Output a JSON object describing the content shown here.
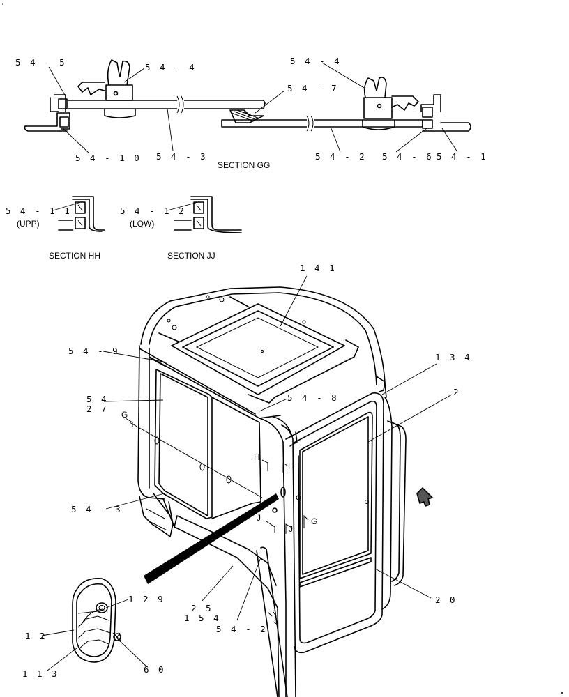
{
  "sections": {
    "gg": "SECTION GG",
    "hh": "SECTION HH",
    "jj": "SECTION JJ"
  },
  "qualifiers": {
    "upp": "(UPP)",
    "low": "(LOW)"
  },
  "callouts": {
    "c54_5": "5 4 - 5",
    "c54_4_left": "5 4 - 4",
    "c54_4_right": "5 4 - 4",
    "c54_7": "5 4 - 7",
    "c54_10": "5 4 - 1 0",
    "c54_3_top": "5 4 - 3",
    "c54_2_top": "5 4 - 2",
    "c54_6": "5 4 - 6",
    "c54_1": "5 4 - 1",
    "c54_11": "5 4 - 1 1",
    "c54_12": "5 4 - 1 2",
    "c141": "1 4 1",
    "c54_9": "5 4 - 9",
    "c134": "1 3 4",
    "c54": "5 4",
    "c27": "2 7",
    "c54_8": "5 4 - 8",
    "c2": "2",
    "c54_3_main": "5 4 - 3",
    "c129": "1 2 9",
    "c25": "2 5",
    "c154": "1 5 4",
    "c20": "2 0",
    "c12": "1 2",
    "c54_2_main": "5 4 - 2",
    "c113": "1 1 3",
    "c60": "6 0"
  },
  "section_marks": {
    "g_top": "G",
    "h_left": "H",
    "h_right": "H",
    "j_left": "J",
    "j_right": "J",
    "g_bottom": "G"
  }
}
